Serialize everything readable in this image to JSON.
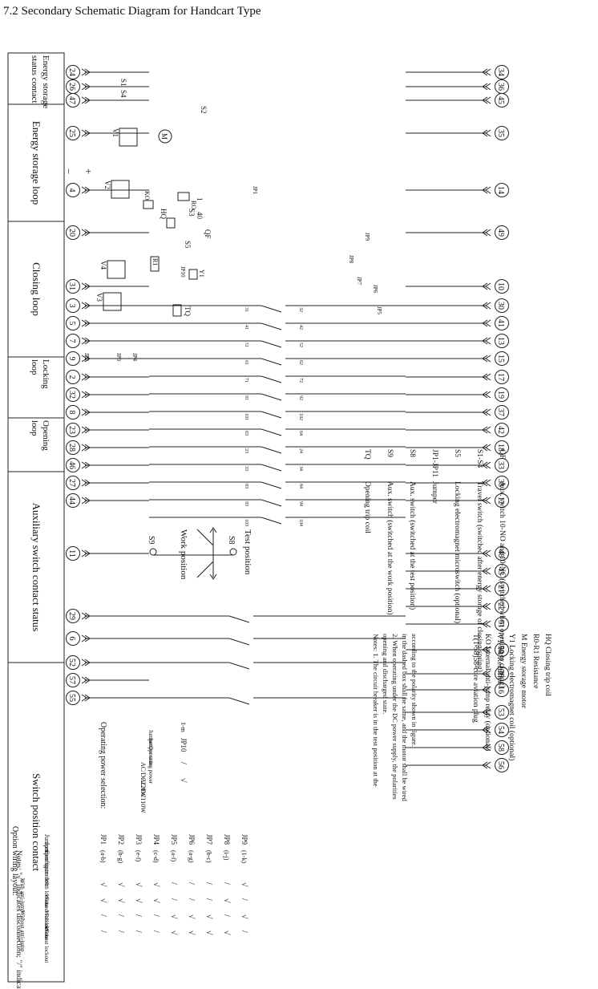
{
  "title": "7.2 Secondary Schematic Diagram for Handcart Type",
  "sections": [
    "Energy storage status contact",
    "Energy storage loop",
    "Closing loop",
    "Locking loop",
    "Opening loop",
    "Auxiliary switch contact status",
    "Switch position contact"
  ],
  "top_terminals": [
    "24",
    "26",
    "47",
    "25",
    "4",
    "20",
    "31",
    "3",
    "5",
    "7",
    "9",
    "2",
    "32",
    "8",
    "23",
    "28",
    "46",
    "27",
    "44",
    "11",
    "29",
    "6",
    "52",
    "57",
    "55"
  ],
  "bottom_terminals": [
    "34",
    "36",
    "45",
    "35",
    "14",
    "49",
    "10",
    "30",
    "41",
    "13",
    "15",
    "17",
    "19",
    "37",
    "42",
    "18",
    "33",
    "38",
    "12",
    "48",
    "43",
    "21",
    "22",
    "51",
    "50",
    "39",
    "16",
    "53",
    "54",
    "58",
    "56"
  ],
  "aux_pairs": [
    [
      "31",
      "32"
    ],
    [
      "41",
      "42"
    ],
    [
      "51",
      "52"
    ],
    [
      "61",
      "62"
    ],
    [
      "71",
      "72"
    ],
    [
      "91",
      "92"
    ],
    [
      "101",
      "102"
    ],
    [
      "63",
      "64"
    ],
    [
      "23",
      "24"
    ],
    [
      "33",
      "34"
    ],
    [
      "83",
      "84"
    ],
    [
      "93",
      "94"
    ],
    [
      "103",
      "104"
    ]
  ],
  "labels": {
    "work_position": "Work position",
    "test_position": "Test position",
    "s9": "S9",
    "s8": "S8",
    "qf": "QF",
    "tq": "TQ",
    "hq": "HQ",
    "ko": "KO",
    "ro": "RO",
    "r1": "R1",
    "y1": "Y1",
    "s1": "S1",
    "s2": "S2",
    "s3": "S3",
    "s4": "S4",
    "s5": "S5",
    "v1": "V1",
    "v2": "V2",
    "v3": "V3",
    "v4": "V4",
    "m": "M",
    "jp1": "JP1",
    "jp2": "JP2",
    "jp3": "JP3",
    "jp4": "JP4",
    "jp5": "JP5",
    "jp6": "JP6",
    "jp7": "JP7",
    "jp8": "JP8",
    "jp9": "JP9",
    "jp10": "JP10",
    "plus": "+",
    "minus": "−",
    "t1": "1",
    "t40": "40"
  },
  "legend_middle": [
    "T(1-58)58-core aviation plug",
    "KO    Internal anti-jump relay (optional)",
    "V1-V4 Rectifier",
    "Y1    Locking electromagnet coil (optional)",
    "M     Energy storage motor",
    "R0-R1 Resistance",
    "HQ    Closing trip coil"
  ],
  "legend_right": [
    [
      "TQ",
      "Opening trip coil"
    ],
    [
      "S9",
      "Aux. switch (switched at the work position)"
    ],
    [
      "S8",
      "Aux. switch (switched at the test position)"
    ],
    [
      "JP1-JP11",
      "Jumper"
    ],
    [
      "S5",
      "Locking electromagnet microswitch (optional)"
    ],
    [
      "S1-S4",
      "Travel switch (switched after energy storage of closing spring)"
    ],
    [
      "QF",
      "Aux. switch 10-NO and 10-NC (switched when opening or closing)"
    ]
  ],
  "power_table": {
    "caption": "Operating power selection:",
    "note_top": "1-m",
    "header_jumper": "Jumper",
    "header_state": "Jumper state",
    "header_power": "Operating power",
    "col": "JP10",
    "rows": [
      [
        "AC/DC220W",
        "/"
      ],
      [
        "AC/DC110W",
        "√"
      ]
    ]
  },
  "notes": [
    "Notes: 1. The circuit breaker is in the test position at the",
    "opening and discharged state.",
    "2. When operating under the DC power supply, the polarities",
    "in the dashed box shall be same, and the motor shall be wired",
    "according to the polarity shown in figure."
  ],
  "wiring_table": {
    "caption": "Option wiring layout:",
    "corner_jumper": "Jumper",
    "corner_state": "Jumper state",
    "corner_conf": "Configuration",
    "columns": [
      "JP1",
      "JP2",
      "JP3",
      "JP4",
      "JP5",
      "JP6",
      "JP7",
      "JP8",
      "JP9"
    ],
    "subcolumns": [
      "(a-b)",
      "(h-g)",
      "(e-f)",
      "(c-d)",
      "(a-f)",
      "(a-g)",
      "(b-c)",
      "(i-j)",
      "(1-k)"
    ],
    "groups": [
      "With anti-jump",
      "Without anti-jump"
    ],
    "lock_labels": [
      "With lockout",
      "Without lockout",
      "With lockout",
      "Without lockout"
    ],
    "rows": [
      [
        "√",
        "√",
        "√",
        "√",
        "/",
        "/",
        "/",
        "/",
        "√"
      ],
      [
        "√",
        "√",
        "√",
        "√",
        "/",
        "/",
        "/",
        "√",
        "/"
      ],
      [
        "/",
        "/",
        "/",
        "/",
        "√",
        "√",
        "√",
        "/",
        "√"
      ],
      [
        "/",
        "/",
        "/",
        "/",
        "√",
        "√",
        "√",
        "√",
        "/"
      ]
    ]
  },
  "footer_note": "Notes: \"√\" indicates disconnection; \"/\" indicates connection"
}
